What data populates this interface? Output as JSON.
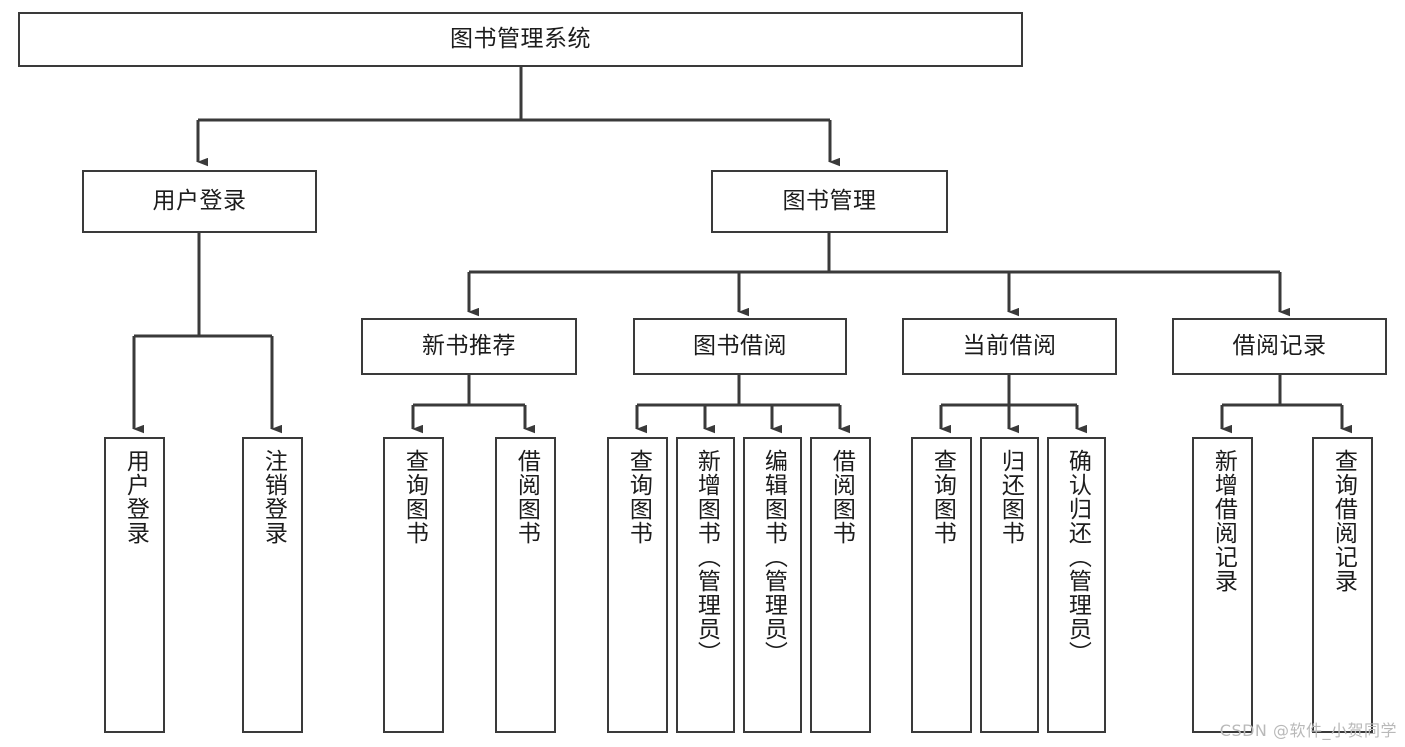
{
  "diagram": {
    "type": "tree-hierarchy",
    "title": "图书管理系统",
    "watermark": "CSDN @软件_小贺同学",
    "colors": {
      "box_border": "#3a3a3a",
      "box_fill": "#ffffff",
      "edge": "#3a3a3a",
      "text": "#1c1c1c",
      "watermark": "#b9b9b9",
      "background": "#ffffff"
    },
    "nodes": {
      "root": {
        "label": "图书管理系统"
      },
      "level1": [
        {
          "label": "用户登录"
        },
        {
          "label": "图书管理"
        }
      ],
      "level2": [
        {
          "label": "新书推荐"
        },
        {
          "label": "图书借阅"
        },
        {
          "label": "当前借阅"
        },
        {
          "label": "借阅记录"
        }
      ],
      "leaves": {
        "user_login": [
          {
            "label": "用户登录"
          },
          {
            "label": "注销登录"
          }
        ],
        "new_book": [
          {
            "label": "查询图书"
          },
          {
            "label": "借阅图书"
          }
        ],
        "book_borrow": [
          {
            "label": "查询图书"
          },
          {
            "label": "新增图书（管理员）"
          },
          {
            "label": "编辑图书（管理员）"
          },
          {
            "label": "借阅图书"
          }
        ],
        "current_borrow": [
          {
            "label": "查询图书"
          },
          {
            "label": "归还图书"
          },
          {
            "label": "确认归还（管理员）"
          }
        ],
        "borrow_record": [
          {
            "label": "新增借阅记录"
          },
          {
            "label": "查询借阅记录"
          }
        ]
      }
    }
  }
}
